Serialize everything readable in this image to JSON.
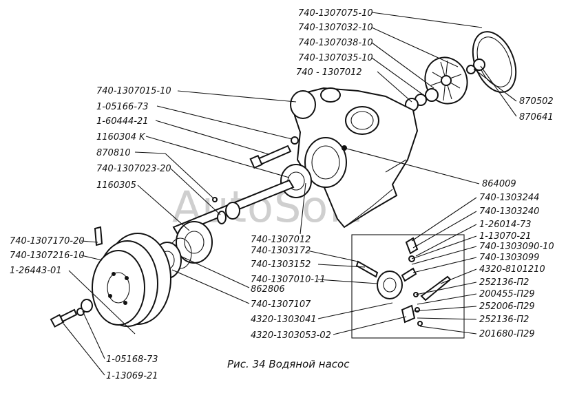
{
  "caption": "Рис. 34 Водяной насос",
  "watermark": "AutoSoft",
  "labels": [
    "740-1307075-10",
    "740-1307032-10",
    "740-1307038-10",
    "740-1307035-10",
    "740 - 1307012",
    "740-1307015-10",
    "1-05166-73",
    "1-60444-21",
    "1160304 K",
    "870810",
    "740-1307023-20",
    "1160305",
    "740-1307170-20",
    "740-1307216-10",
    "1-26443-01",
    "1-05168-73",
    "1-13069-21",
    "870502",
    "870641",
    "864009",
    "740-1303244",
    "740-1303240",
    "1-26014-73",
    "1-13070-21",
    "740-1303090-10",
    "740-1303099",
    "4320-8101210",
    "252136-П2",
    "200455-П29",
    "252006-П29",
    "252136-П2",
    "201680-П29",
    "740-1307012",
    "740-1303172",
    "740-1303152",
    "740-1307010-11",
    "862806",
    "740-1307107",
    "4320-1303041",
    "4320-1303053-02"
  ]
}
